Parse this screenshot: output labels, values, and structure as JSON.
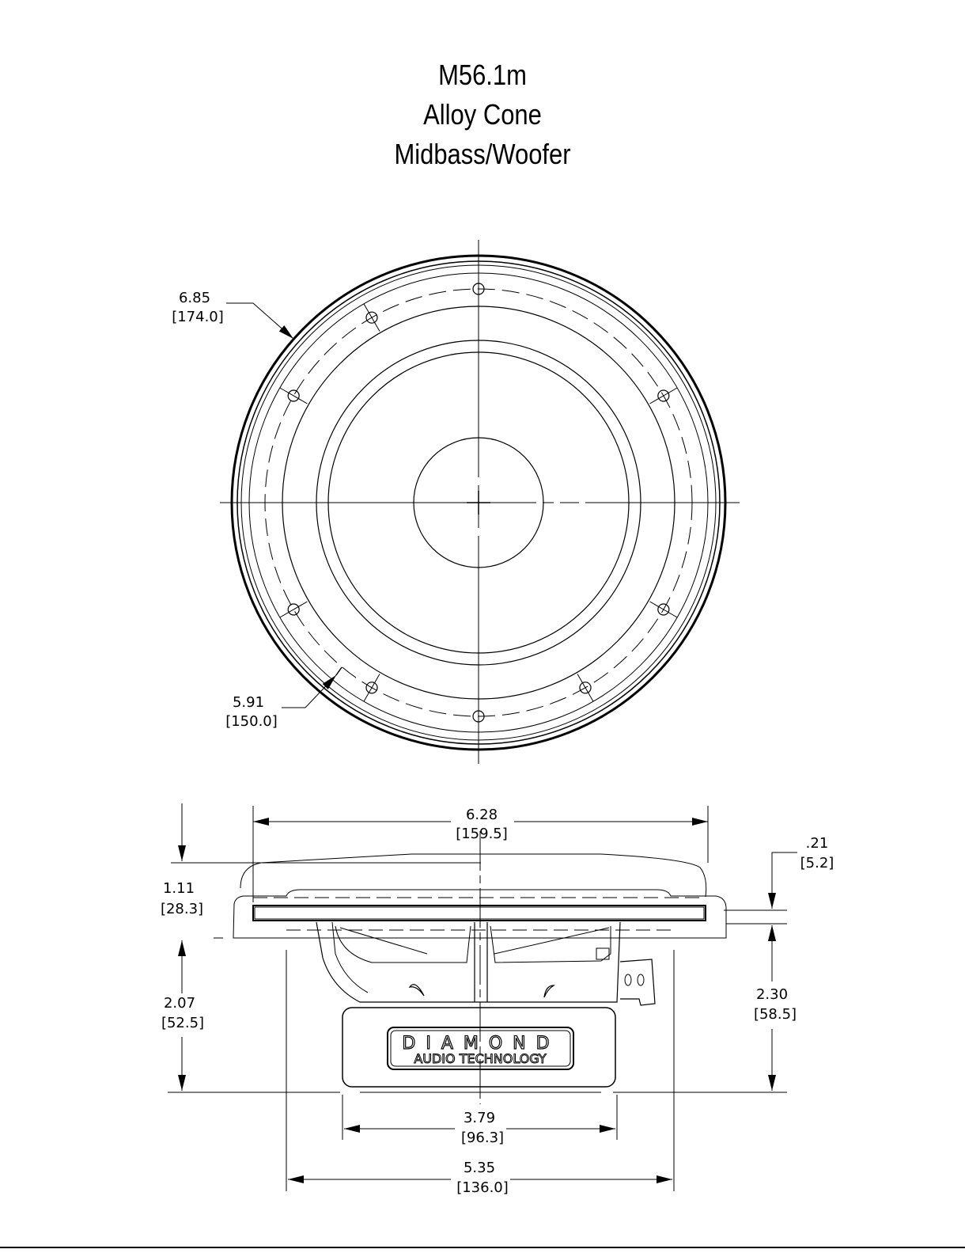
{
  "title": {
    "model": "M56.1m",
    "line2": "Alloy Cone",
    "line3": "Midbass/Woofer"
  },
  "dimensions": {
    "overall_diameter": {
      "inch": "6.85",
      "mm": "[174.0]"
    },
    "bolt_circle": {
      "inch": "5.91",
      "mm": "[150.0]"
    },
    "cutout_width": {
      "inch": "6.28",
      "mm": "[159.5]"
    },
    "flange_thickness": {
      "inch": ".21",
      "mm": "[5.2]"
    },
    "front_height": {
      "inch": "1.11",
      "mm": "[28.3]"
    },
    "depth_from_flange": {
      "inch": "2.07",
      "mm": "[52.5]"
    },
    "mounting_depth": {
      "inch": "2.30",
      "mm": "[58.5]"
    },
    "magnet_diameter": {
      "inch": "3.79",
      "mm": "[96.3]"
    },
    "basket_width": {
      "inch": "5.35",
      "mm": "[136.0]"
    }
  },
  "branding": {
    "line1": "DIAMOND",
    "line2": "AUDIO TECHNOLOGY"
  },
  "colors": {
    "ink": "#000000",
    "paper": "#ffffff"
  }
}
